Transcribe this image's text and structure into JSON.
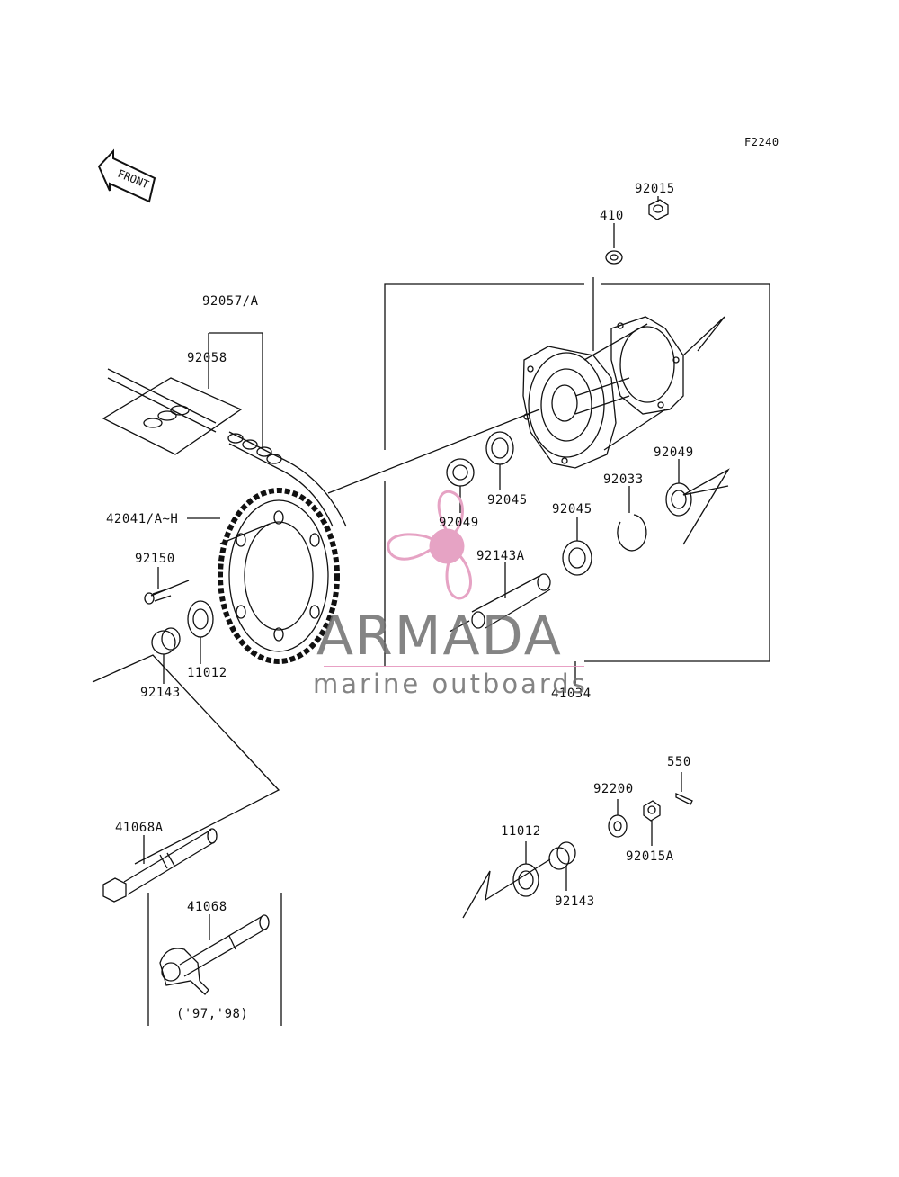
{
  "figure_code": "F2240",
  "front_arrow_text": "FRONT",
  "parts": {
    "p92015": "92015",
    "p410": "410",
    "p92057A": "92057/A",
    "p92058": "92058",
    "p42041": "42041/A~H",
    "p92150": "92150",
    "p11012a": "11012",
    "p92143a": "92143",
    "p92049a": "92049",
    "p92045a": "92045",
    "p92143A": "92143A",
    "p92045b": "92045",
    "p92033": "92033",
    "p92049b": "92049",
    "p41034": "41034",
    "p41068A": "41068A",
    "p41068": "41068",
    "p550": "550",
    "p92200": "92200",
    "p11012b": "11012",
    "p92015A": "92015A",
    "p92143b": "92143"
  },
  "year_note": "('97,'98)",
  "watermark": {
    "title": "ARMADA",
    "subtitle": "marine outboards",
    "logo_color": "#e6a3c4"
  }
}
